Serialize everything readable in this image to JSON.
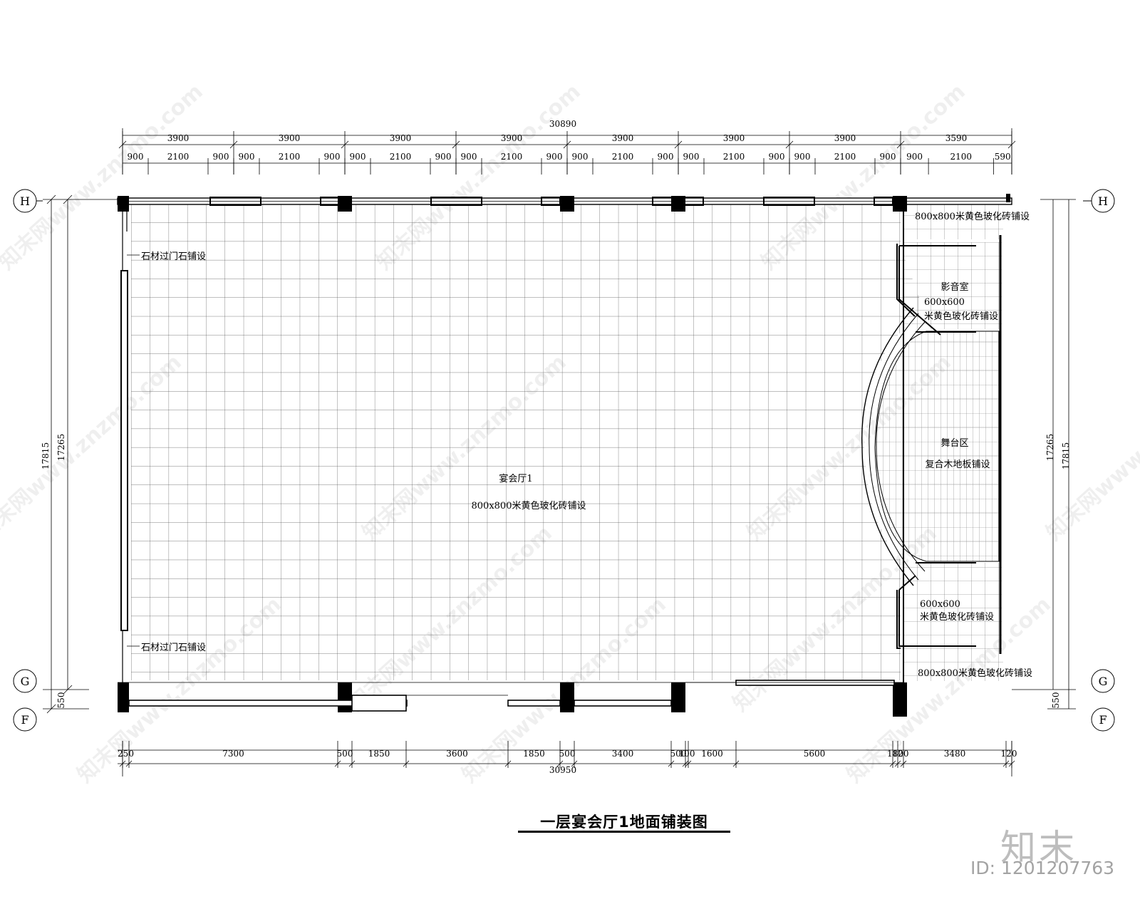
{
  "drawing": {
    "title": "一层宴会厅1地面铺装图",
    "brand": "知末",
    "id_label": "ID: 1201207763",
    "watermark": "知末网www.znzmo.com"
  },
  "axes": {
    "H": "H",
    "G": "G",
    "F": "F"
  },
  "dims_top": {
    "total": "30890",
    "bays": [
      "3900",
      "3900",
      "3900",
      "3900",
      "3900",
      "3900",
      "3900",
      "3590"
    ],
    "subs": [
      "900",
      "2100",
      "900",
      "900",
      "2100",
      "900",
      "900",
      "2100",
      "900",
      "900",
      "2100",
      "900",
      "900",
      "2100",
      "900",
      "900",
      "2100",
      "900",
      "900",
      "2100",
      "900",
      "900",
      "2100",
      "590"
    ]
  },
  "dims_bottom": {
    "total": "30950",
    "segments": [
      "250",
      "7300",
      "500",
      "1850",
      "3600",
      "1850",
      "500",
      "3400",
      "500",
      "100",
      "1600",
      "5600",
      "180",
      "120",
      "3480",
      "120"
    ]
  },
  "dims_side": {
    "left_outer": "17815",
    "left_inner": "17265",
    "left_small": "550",
    "right_outer": "17815",
    "right_inner": "17265",
    "right_small": "550"
  },
  "labels": {
    "stone_top": "石材过门石铺设",
    "stone_bottom": "石材过门石铺设",
    "hall_name": "宴会厅1",
    "hall_floor": "800x800米黄色玻化砖铺设",
    "top_right_floor": "800x800米黄色玻化砖铺设",
    "av_room": "影音室",
    "av_size": "600x600",
    "av_floor": "米黄色玻化砖铺设",
    "stage_name": "舞台区",
    "stage_floor": "复合木地板铺设",
    "lower_size": "600x600",
    "lower_floor": "米黄色玻化砖铺设",
    "bottom_right_floor": "800x800米黄色玻化砖铺设"
  }
}
